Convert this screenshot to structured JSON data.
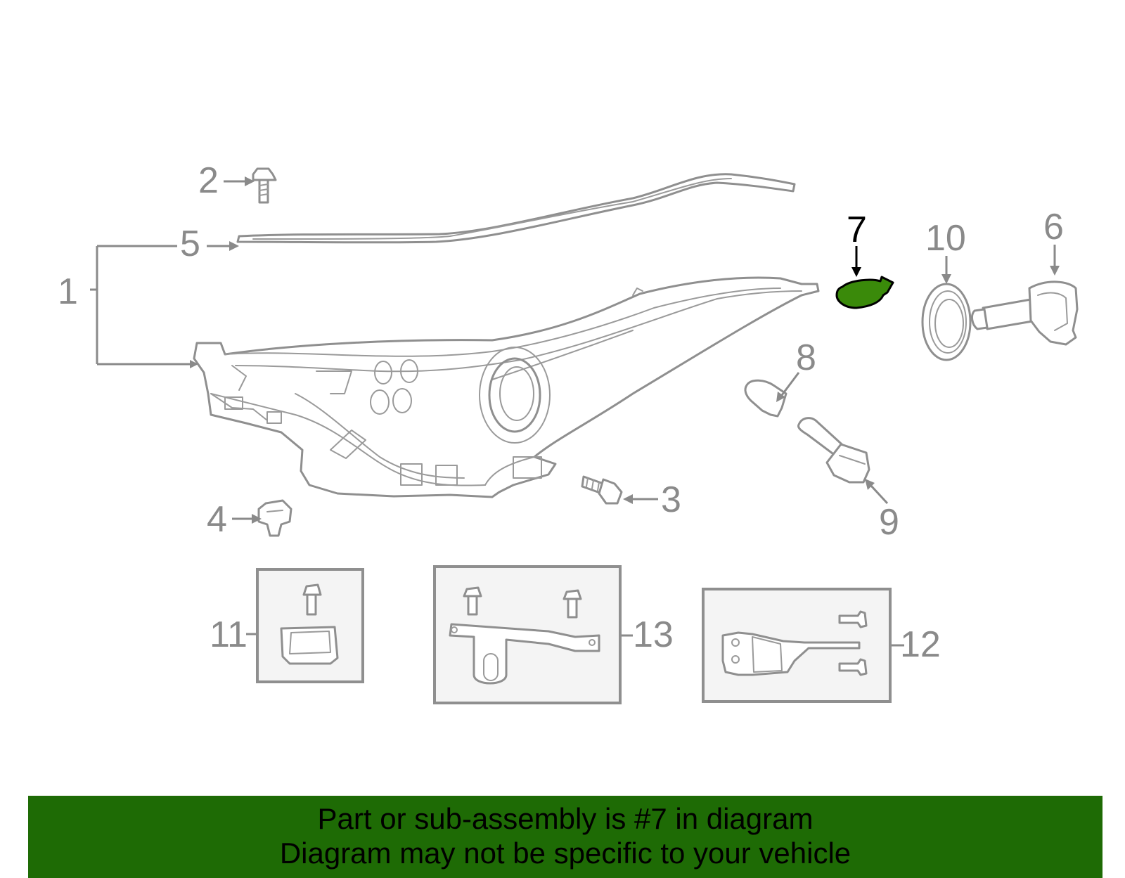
{
  "callouts": {
    "c1": "1",
    "c2": "2",
    "c3": "3",
    "c4": "4",
    "c5": "5",
    "c6": "6",
    "c7": "7",
    "c8": "8",
    "c9": "9",
    "c10": "10",
    "c11": "11",
    "c12": "12",
    "c13": "13"
  },
  "highlighted_part": "7",
  "colors": {
    "highlight_fill": "#3a8a0a",
    "banner_background": "#1e6b05",
    "line_gray": "#8f8f8f"
  },
  "banner": {
    "line1": "Part or sub-assembly is #7 in diagram",
    "line2": "Diagram may not be specific to your vehicle"
  }
}
